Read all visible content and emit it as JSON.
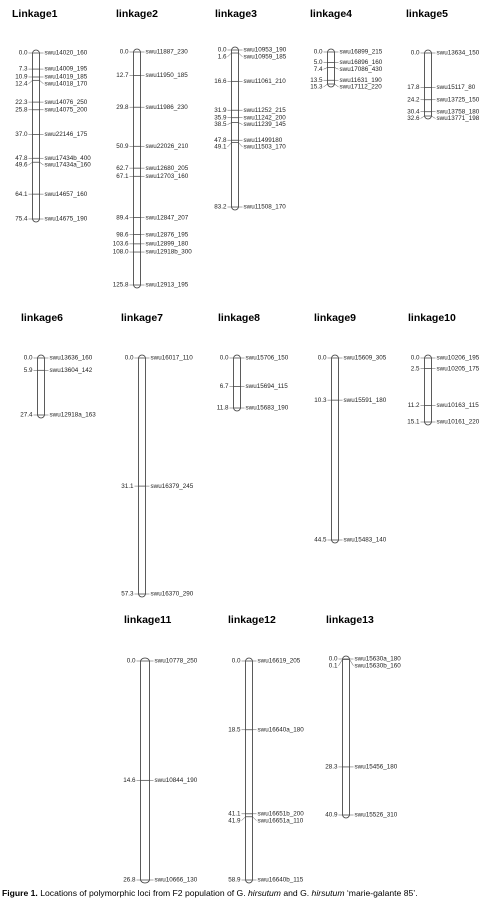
{
  "caption": {
    "label": "Figure 1.",
    "text_before": "Locations of polymorphic loci from F2 population of G. ",
    "species_1": "hirsutum",
    "text_mid": " and G. ",
    "species_2": "hirsutum",
    "text_after": " ‘marie-galante 85’."
  },
  "linkages": [
    {
      "name": "Linkage1",
      "markers": [
        {
          "pos": 0.0,
          "label": "swu14020_160"
        },
        {
          "pos": 7.3,
          "label": "swu14009_195"
        },
        {
          "pos": 10.9,
          "label": "swu14019_185"
        },
        {
          "pos": 12.4,
          "label": "swu14018_170"
        },
        {
          "pos": 22.3,
          "label": "swu14076_250"
        },
        {
          "pos": 25.8,
          "label": "swu14075_200"
        },
        {
          "pos": 37.0,
          "label": "swu22146_175"
        },
        {
          "pos": 47.8,
          "label": "swu17434b_400"
        },
        {
          "pos": 49.6,
          "label": "swu17434a_160"
        },
        {
          "pos": 64.1,
          "label": "swu14657_160"
        },
        {
          "pos": 75.4,
          "label": "swu14675_190"
        }
      ]
    },
    {
      "name": "linkage2",
      "markers": [
        {
          "pos": 0.0,
          "label": "swu11887_230"
        },
        {
          "pos": 12.7,
          "label": "swu11950_185"
        },
        {
          "pos": 29.8,
          "label": "swu11986_230"
        },
        {
          "pos": 50.9,
          "label": "swu22026_210"
        },
        {
          "pos": 62.7,
          "label": "swu12680_205"
        },
        {
          "pos": 67.1,
          "label": "swu12703_160"
        },
        {
          "pos": 89.4,
          "label": "swu12847_207"
        },
        {
          "pos": 98.6,
          "label": "swu12876_195"
        },
        {
          "pos": 103.6,
          "label": "swu12899_180"
        },
        {
          "pos": 108.0,
          "label": "swu12918b_300"
        },
        {
          "pos": 125.8,
          "label": "swu12913_195"
        }
      ]
    },
    {
      "name": "linkage3",
      "markers": [
        {
          "pos": 0.0,
          "label": "swu10953_190"
        },
        {
          "pos": 1.6,
          "label": "swu10959_185"
        },
        {
          "pos": 16.6,
          "label": "swu11061_210"
        },
        {
          "pos": 31.9,
          "label": "swu11252_215"
        },
        {
          "pos": 35.9,
          "label": "swu11242_200"
        },
        {
          "pos": 38.5,
          "label": "swu11239_145"
        },
        {
          "pos": 47.8,
          "label": "swu11499180"
        },
        {
          "pos": 49.1,
          "label": "swu11503_170"
        },
        {
          "pos": 83.2,
          "label": "swu11508_170"
        }
      ]
    },
    {
      "name": "linkage4",
      "markers": [
        {
          "pos": 0.0,
          "label": "swu16899_215"
        },
        {
          "pos": 5.0,
          "label": "swu16896_160"
        },
        {
          "pos": 7.4,
          "label": "swu17086_430"
        },
        {
          "pos": 13.5,
          "label": "swu11631_190"
        },
        {
          "pos": 15.3,
          "label": "swu17112_220"
        }
      ]
    },
    {
      "name": "linkage5",
      "markers": [
        {
          "pos": 0.0,
          "label": "swu13634_150"
        },
        {
          "pos": 17.8,
          "label": "swu15117_80"
        },
        {
          "pos": 24.2,
          "label": "swu13725_150"
        },
        {
          "pos": 30.4,
          "label": "swu13758_180"
        },
        {
          "pos": 32.6,
          "label": "swu13771_198"
        }
      ]
    },
    {
      "name": "linkage6",
      "markers": [
        {
          "pos": 0.0,
          "label": "swu13636_160"
        },
        {
          "pos": 5.9,
          "label": "swu13604_142"
        },
        {
          "pos": 27.4,
          "label": "swu12918a_163"
        }
      ]
    },
    {
      "name": "linkage7",
      "markers": [
        {
          "pos": 0.0,
          "label": "swu16017_110"
        },
        {
          "pos": 31.1,
          "label": "swu16379_245"
        },
        {
          "pos": 57.3,
          "label": "swu16370_290"
        }
      ]
    },
    {
      "name": "linkage8",
      "markers": [
        {
          "pos": 0.0,
          "label": "swu15706_150"
        },
        {
          "pos": 6.7,
          "label": "swu15694_115"
        },
        {
          "pos": 11.8,
          "label": "swu15683_190"
        }
      ]
    },
    {
      "name": "linkage9",
      "markers": [
        {
          "pos": 0.0,
          "label": "swu15609_305"
        },
        {
          "pos": 10.3,
          "label": "swu15591_180"
        },
        {
          "pos": 44.5,
          "label": "swu15483_140"
        }
      ]
    },
    {
      "name": "linkage10",
      "markers": [
        {
          "pos": 0.0,
          "label": "swu10206_195"
        },
        {
          "pos": 2.5,
          "label": "swu10205_175"
        },
        {
          "pos": 11.2,
          "label": "swu10163_115"
        },
        {
          "pos": 15.1,
          "label": "swu10161_220"
        }
      ]
    },
    {
      "name": "linkage11",
      "markers": [
        {
          "pos": 0.0,
          "label": "swu10778_250"
        },
        {
          "pos": 14.6,
          "label": "swu10844_190"
        },
        {
          "pos": 26.8,
          "label": "swu10666_130"
        }
      ]
    },
    {
      "name": "linkage12",
      "markers": [
        {
          "pos": 0.0,
          "label": "swu16619_205"
        },
        {
          "pos": 18.5,
          "label": "swu16640a_180"
        },
        {
          "pos": 41.1,
          "label": "swu16651b_200"
        },
        {
          "pos": 41.9,
          "label": "swu16651a_110"
        },
        {
          "pos": 58.9,
          "label": "swu16640b_115"
        }
      ]
    },
    {
      "name": "linkage13",
      "markers": [
        {
          "pos": 0.0,
          "label": "swu15630a_180"
        },
        {
          "pos": 0.1,
          "label": "swu15630b_160"
        },
        {
          "pos": 28.3,
          "label": "swu15456_180"
        },
        {
          "pos": 40.9,
          "label": "swu15526_310"
        }
      ]
    }
  ]
}
